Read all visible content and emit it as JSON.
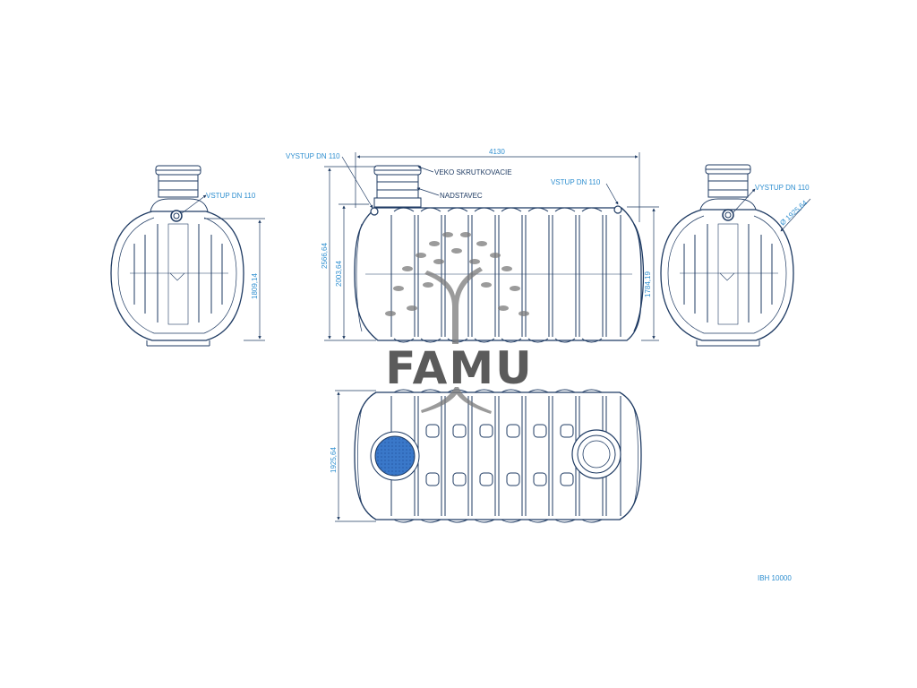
{
  "colors": {
    "line": "#1f3b63",
    "accent": "#2f8fd0",
    "inlet_fill": "#3a78c9",
    "watermark": "#4a4a4a"
  },
  "labels": {
    "vstup_left": "VSTUP DN 110",
    "vystup_front": "VYSTUP DN 110",
    "veko": "VEKO SKRUTKOVACIE",
    "nadstavec": "NADSTAVEC",
    "vstup_front": "VSTUP DN 110",
    "vystup_right": "VYSTUP DN 110"
  },
  "dimensions": {
    "length": "4130",
    "height_total": "2566,64",
    "height_body": "2003,64",
    "height_left": "1809,14",
    "height_right": "1784,19",
    "diameter": "Ø 1925,64",
    "width_top": "1925,64"
  },
  "model": "IBH 10000",
  "watermark": {
    "text": "FAMU",
    "icon": "tree-icon"
  }
}
